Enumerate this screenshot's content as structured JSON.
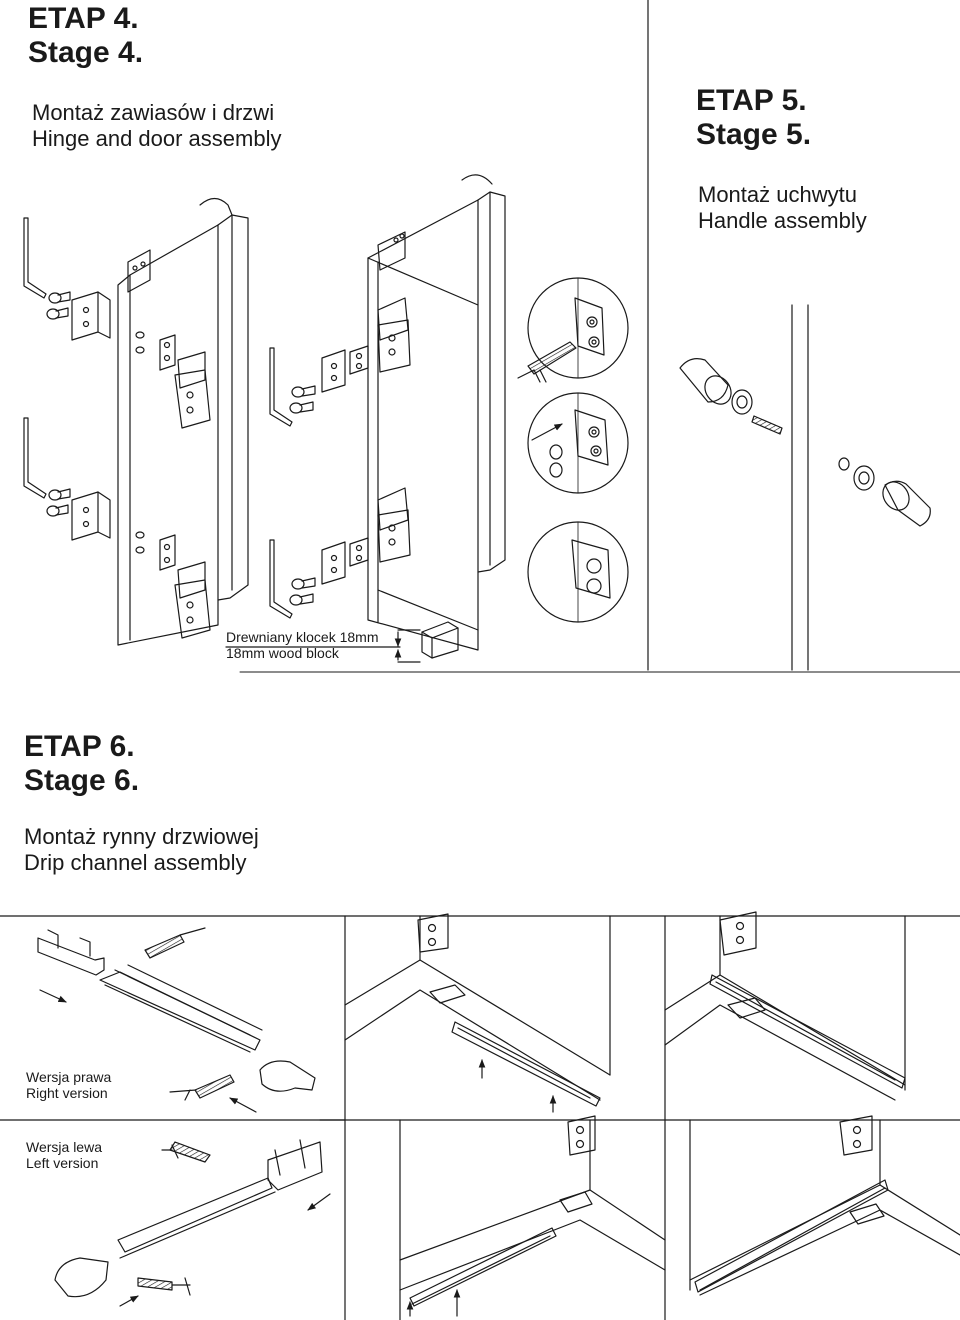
{
  "stage4": {
    "etap": "ETAP 4.",
    "stage": "Stage 4.",
    "title_pl": "Montaż zawiasów i drzwi",
    "title_en": "Hinge and door assembly",
    "wood_block_pl": "Drewniany klocek 18mm",
    "wood_block_en": "18mm wood block"
  },
  "stage5": {
    "etap": "ETAP 5.",
    "stage": "Stage 5.",
    "title_pl": "Montaż uchwytu",
    "title_en": "Handle assembly"
  },
  "stage6": {
    "etap": "ETAP 6.",
    "stage": "Stage 6.",
    "title_pl": "Montaż rynny drzwiowej",
    "title_en": "Drip channel assembly",
    "right_version_pl": "Wersja prawa",
    "right_version_en": "Right version",
    "left_version_pl": "Wersja lewa",
    "left_version_en": "Left version"
  }
}
